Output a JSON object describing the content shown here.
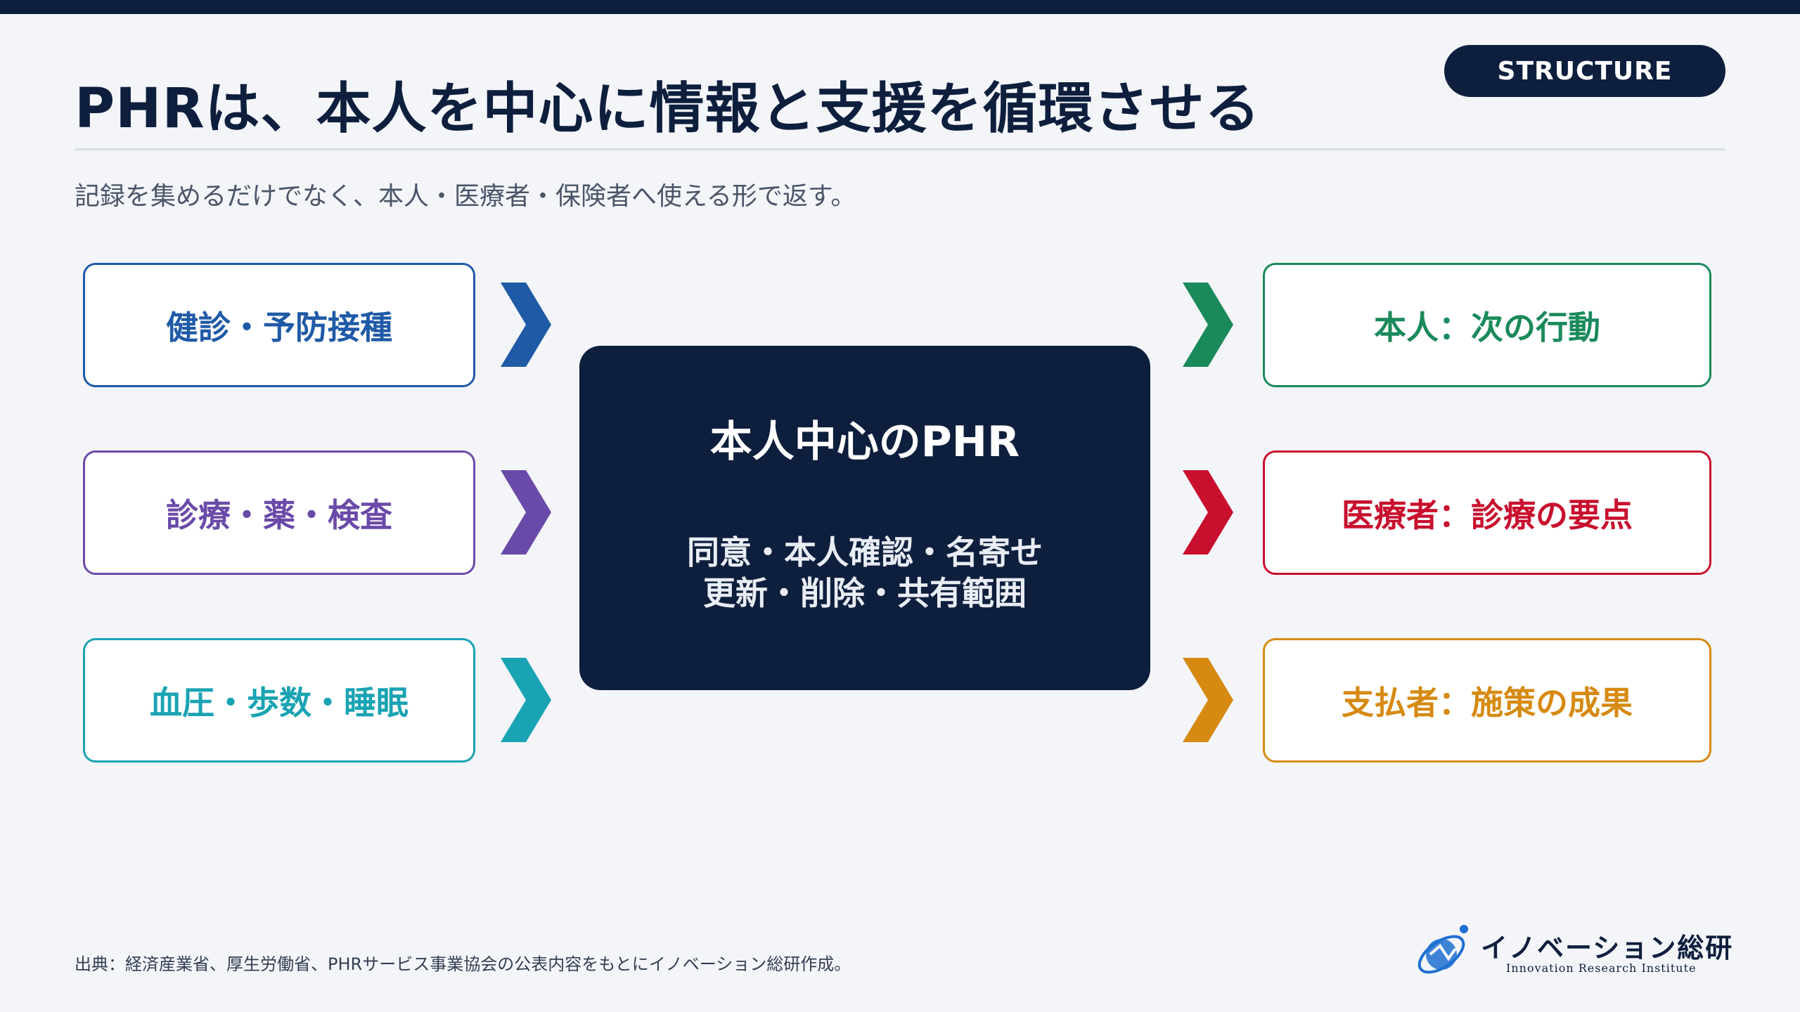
{
  "header": {
    "title": "PHRは、本人を中心に情報と支援を循環させる",
    "badge": "STRUCTURE",
    "subtitle": "記録を集めるだけでなく、本人・医療者・保険者へ使える形で返す。"
  },
  "inputs": [
    {
      "label": "健診・予防接種",
      "color": "#1f5aa6"
    },
    {
      "label": "診療・薬・検査",
      "color": "#6a4aa8"
    },
    {
      "label": "血圧・歩数・睡眠",
      "color": "#1aa3b3"
    }
  ],
  "center": {
    "title": "本人中心のPHR",
    "line1": "同意・本人確認・名寄せ",
    "line2": "更新・削除・共有範囲"
  },
  "outputs": [
    {
      "label": "本人：次の行動",
      "color": "#1b8a5a"
    },
    {
      "label": "医療者：診療の要点",
      "color": "#c8102e"
    },
    {
      "label": "支払者：施策の成果",
      "color": "#d68a12"
    }
  ],
  "footer": {
    "source": "出典：経済産業省、厚生労働省、PHRサービス事業協会の公表内容をもとにイノベーション総研作成。",
    "logo_name": "イノベーション総研",
    "logo_sub": "Innovation Research Institute"
  },
  "colors": {
    "navy": "#0e1f3d",
    "background": "#f3f5f9"
  }
}
